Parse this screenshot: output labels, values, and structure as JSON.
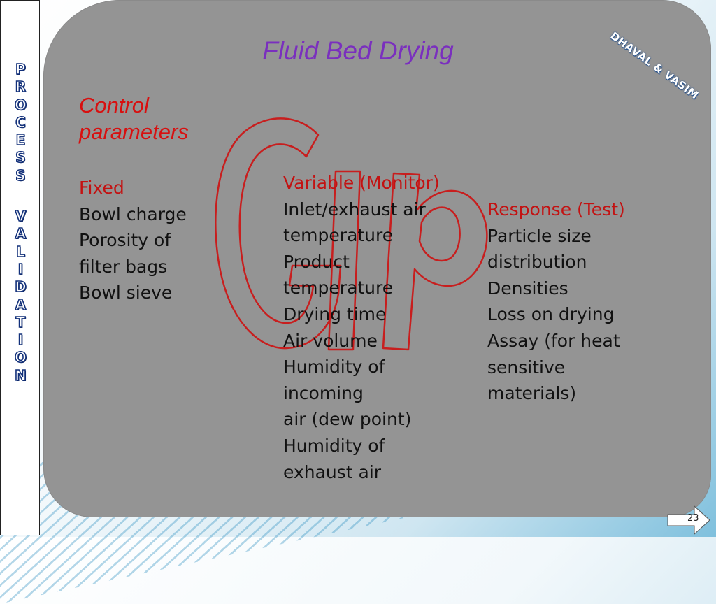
{
  "sidebar": {
    "word1": [
      "P",
      "R",
      "O",
      "C",
      "E",
      "S",
      "S"
    ],
    "word2": [
      "V",
      "A",
      "L",
      "I",
      "D",
      "A",
      "T",
      "I",
      "O",
      "N"
    ]
  },
  "corner_tag": "DHAVAL & VASIM",
  "title": "Fluid Bed Drying",
  "subtitle": [
    "Control",
    "parameters"
  ],
  "fixed": {
    "heading": "Fixed",
    "items": [
      "Bowl charge",
      "Porosity of",
      "filter bags",
      "Bowl sieve"
    ]
  },
  "variable": {
    "heading": "Variable (Monitor)",
    "items": [
      "Inlet/exhaust air",
      "temperature",
      "Product",
      "temperature",
      "Drying time",
      "Air volume",
      "Humidity of",
      "incoming",
      "air (dew point)",
      "Humidity of",
      "exhaust air"
    ]
  },
  "response": {
    "heading": "Response (Test)",
    "items": [
      "Particle size",
      "distribution",
      "Densities",
      "Loss on drying",
      "Assay (for heat",
      "sensitive",
      "materials)"
    ]
  },
  "watermark": "GIP",
  "page_number": "23",
  "colors": {
    "title": "#7a2fbe",
    "subtitle": "#d80f0f",
    "heading": "#c31212",
    "panel": "#949494",
    "sidebar_letter_outline": "#12307a",
    "watermark_stroke": "#c81e1e"
  }
}
